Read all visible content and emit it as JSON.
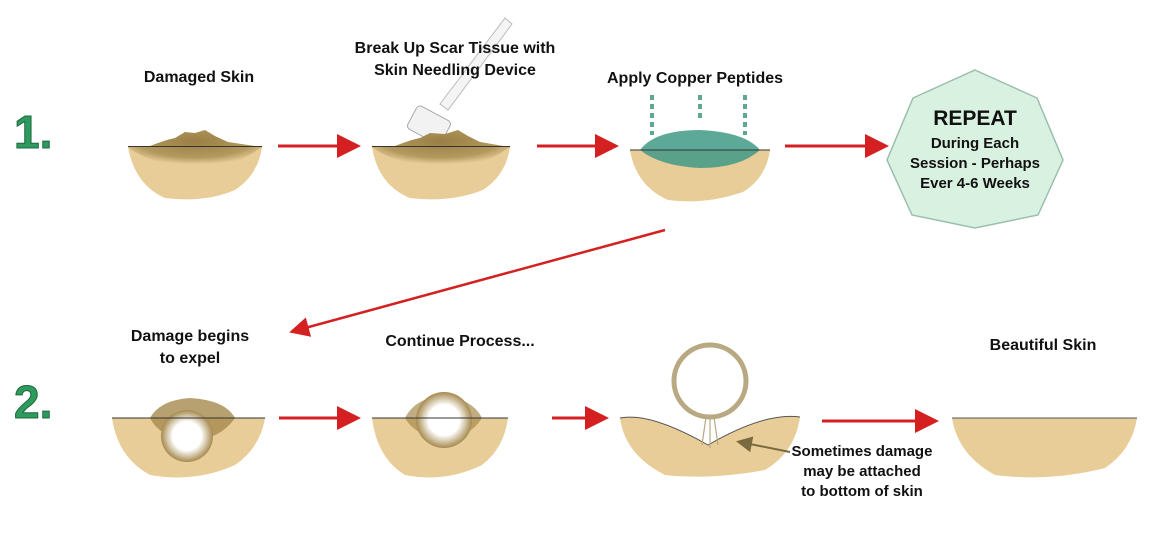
{
  "steps": {
    "one": "1.",
    "two": "2."
  },
  "row1": {
    "damaged_skin": "Damaged Skin",
    "needling_line1": "Break Up Scar Tissue with",
    "needling_line2": "Skin Needling Device",
    "copper": "Apply Copper Peptides",
    "repeat": {
      "title": "REPEAT",
      "line1": "During Each",
      "line2": "Session - Perhaps",
      "line3": "Ever 4-6 Weeks"
    }
  },
  "row2": {
    "expel_line1": "Damage begins",
    "expel_line2": "to expel",
    "continue": "Continue Process...",
    "beautiful": "Beautiful Skin",
    "note_line1": "Sometimes damage",
    "note_line2": "may be attached",
    "note_line3": "to bottom of skin"
  },
  "colors": {
    "skin": "#e8cd98",
    "damage": "#a68a4e",
    "arrow": "#d42020",
    "step_green": "#2e9a5e",
    "repeat_fill": "#d9f1e1",
    "peptide": "#3f9a86"
  }
}
